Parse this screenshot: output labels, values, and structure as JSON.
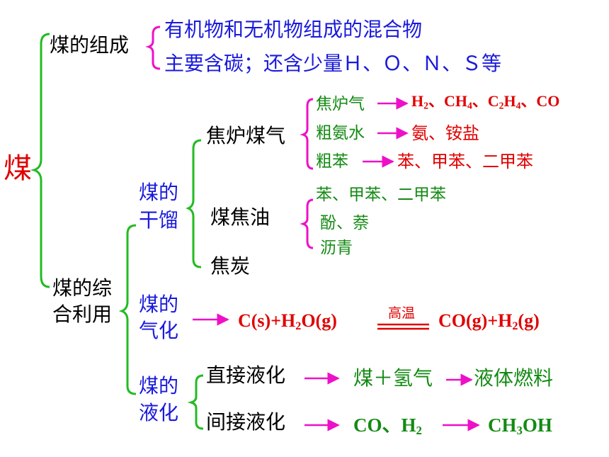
{
  "root": "煤",
  "composition": {
    "label": "煤的组成",
    "items": [
      "有机物和无机物组成的混合物",
      "主要含碳；还含少量Ｈ、Ｏ、Ｎ、Ｓ等"
    ]
  },
  "utilization": {
    "label_line1": "煤的综",
    "label_line2": "合利用",
    "dry_distillation": {
      "label_line1": "煤的",
      "label_line2": "干馏",
      "coke_oven_gas": {
        "label": "焦炉煤气",
        "rows": [
          {
            "name": "焦炉气",
            "product": [
              "H",
              "2",
              "、CH",
              "4",
              "、C",
              "2",
              "H",
              "4",
              "、CO"
            ]
          },
          {
            "name": "粗氨水",
            "product": "氨、铵盐"
          },
          {
            "name": "粗苯",
            "product": "苯、甲苯、二甲苯"
          }
        ]
      },
      "coal_tar": {
        "label": "煤焦油",
        "items": [
          "苯、甲苯、二甲苯",
          "酚、萘",
          "沥青"
        ]
      },
      "coke": {
        "label": "焦炭"
      }
    },
    "gasification": {
      "label_line1": "煤的",
      "label_line2": "气化",
      "reactants": [
        "C(s)+H",
        "2",
        "O(g)"
      ],
      "condition": "高温",
      "products": [
        "CO(g)+H",
        "2",
        "(g)"
      ]
    },
    "liquefaction": {
      "label_line1": "煤的",
      "label_line2": "液化",
      "direct": {
        "label": "直接液化",
        "reactant": "煤＋氢气",
        "product": "液体燃料"
      },
      "indirect": {
        "label": "间接液化",
        "reactant": [
          "CO、H",
          "2"
        ],
        "product": [
          "CH",
          "3",
          "OH"
        ]
      }
    }
  },
  "colors": {
    "bracket_green": "#22bb22",
    "bracket_magenta": "#ee10c8",
    "arrow_magenta": "#ee10c8",
    "text_red": "#e00000",
    "text_blue": "#1a1adc",
    "text_green": "#138a13"
  }
}
